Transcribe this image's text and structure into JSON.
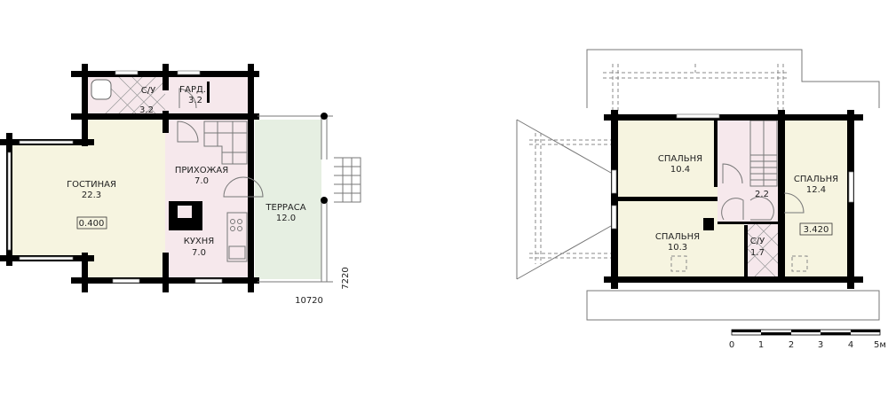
{
  "colors": {
    "living": "#f6f4e0",
    "hall": "#f6e8ec",
    "terrace": "#e6efe2",
    "bedroom": "#f6f4e0",
    "wall": "#000000"
  },
  "ground_floor": {
    "rooms": [
      {
        "name": "С/У",
        "area": "3.2"
      },
      {
        "name": "ГАРД.",
        "area": "3.2"
      },
      {
        "name": "ГОСТИНАЯ",
        "area": "22.3"
      },
      {
        "name": "ПРИХОЖАЯ",
        "area": "7.0"
      },
      {
        "name": "КУХНЯ",
        "area": "7.0"
      },
      {
        "name": "ТЕРРАСА",
        "area": "12.0"
      }
    ],
    "level_mark": "0.400",
    "dimension_width": "10720",
    "dimension_depth": "7220"
  },
  "upper_floor": {
    "rooms": [
      {
        "name": "СПАЛЬНЯ",
        "area": "10.4"
      },
      {
        "name": "СПАЛЬНЯ",
        "area": "10.3"
      },
      {
        "name": "СПАЛЬНЯ",
        "area": "12.4"
      },
      {
        "name": "С/У",
        "area": "1.7"
      },
      {
        "name": "",
        "area": "2.2"
      }
    ],
    "level_mark": "3.420"
  },
  "scale_bar": {
    "labels": [
      "0",
      "1",
      "2",
      "3",
      "4",
      "5м"
    ]
  }
}
